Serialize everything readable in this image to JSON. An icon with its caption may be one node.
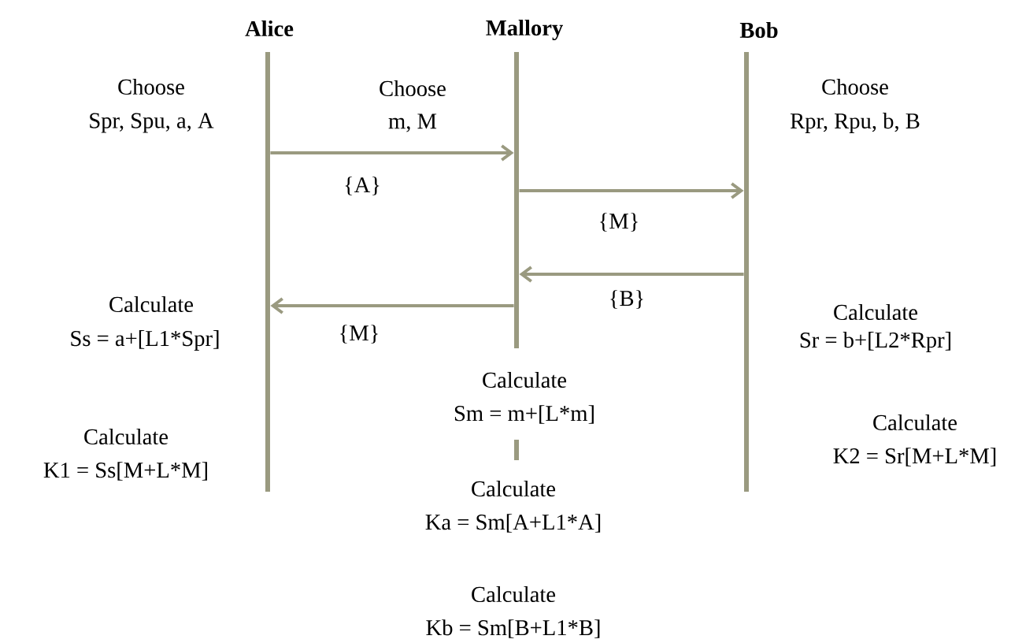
{
  "diagram": {
    "nodes": [
      {
        "text": [
          "Alice"
        ]
      },
      {
        "text": [
          "Mallory"
        ]
      },
      {
        "text": [
          "Bob"
        ]
      },
      {
        "text": [],
        "shape": "bar"
      },
      {
        "text": [],
        "shape": "bar"
      },
      {
        "text": [],
        "shape": "bar"
      }
    ],
    "edges": [
      {
        "from": 3,
        "to": 4,
        "arrow": "to",
        "label": "{A}"
      },
      {
        "from": 4,
        "to": 5,
        "arrow": "to",
        "label": "{M}"
      },
      {
        "from": 5,
        "to": 4,
        "arrow": "to",
        "label": "{B}"
      },
      {
        "from": 4,
        "to": 3,
        "arrow": "to",
        "label": "{M}"
      }
    ],
    "labels": [
      "Choose",
      "Spr, Spu, a, A",
      "Choose",
      "m, M",
      "Choose",
      "Rpr, Rpu, b, B",
      "Calculate",
      "Ss = a+[L1*Spr]",
      "Calculate",
      "Sr = b+[L2*Rpr]",
      "Calculate",
      "Sm = m+[L*m]",
      "Calculate",
      "K1 = Ss[M+L*M]",
      "Calculate",
      "K2 = Sr[M+L*M]",
      "Calculate",
      "Ka = Sm[A+L1*A]",
      "Calculate",
      "Kb = Sm[B+L1*B]"
    ]
  }
}
